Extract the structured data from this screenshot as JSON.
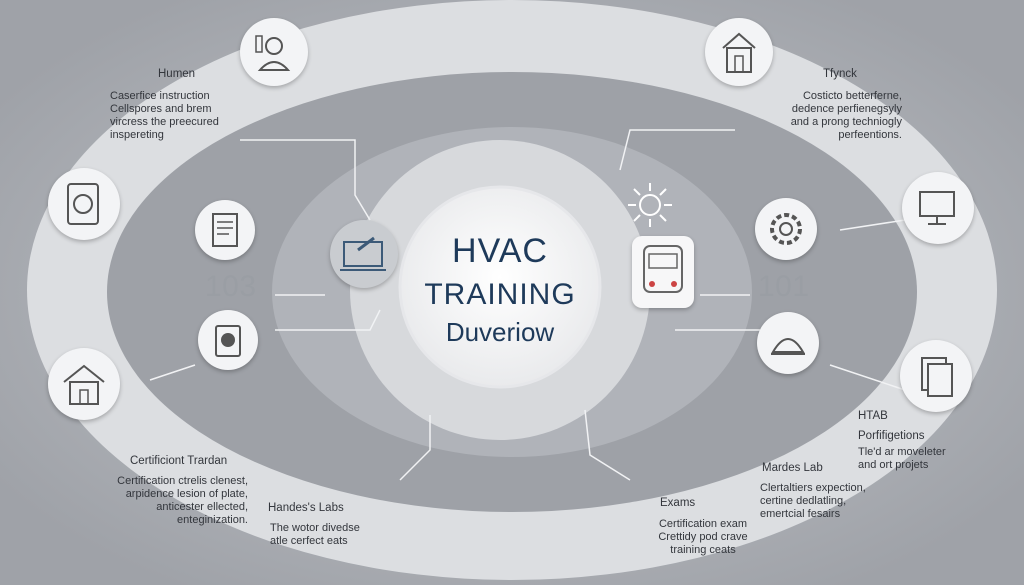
{
  "title": {
    "line1": "HVAC",
    "line2": "TRAINING",
    "line3": "Duveriow"
  },
  "left_number": "103",
  "right_number": "101",
  "top_left": {
    "heading": "Humen",
    "lines": "Caserfice instruction\nCellspores and brem\nvircress the preecured\ninspereting"
  },
  "top_right": {
    "heading": "Tfynck",
    "lines": "Costicto betterferne,\ndedence perfienegsyly\nand a prong techniogly\nperfeentions."
  },
  "bottom_left": {
    "heading": "Certificiont Trardan",
    "lines": "Certification ctrelis clenest,\narpidence lesion of plate,\nanticester ellected,\nenteginization."
  },
  "bottom_center_left": {
    "heading": "Handes's Labs",
    "lines": "The wotor divedse\natle cerfect eats"
  },
  "bottom_center_right": {
    "heading": "Exams",
    "lines": "Certification exam\nCrettidy pod crave\ntraining ceats"
  },
  "bottom_right_lab": {
    "heading": "Mardes Lab",
    "lines": "Clertaltiers expection,\ncertine dedlatling,\nemertcial fesairs"
  },
  "right_side": {
    "heading": "HTAB",
    "subheading": "Porfifigetions",
    "lines": "Tle'd ar moveleter\nand ort projets"
  },
  "icons": [
    "worker-icon",
    "building-icon",
    "tablet-icon",
    "document-icon",
    "hvac-unit-icon",
    "laptop-tools-icon",
    "sun-gear-icon",
    "bus-icon",
    "gear-icon",
    "monitor-icon",
    "dome-icon",
    "house-icon",
    "papers-icon"
  ]
}
